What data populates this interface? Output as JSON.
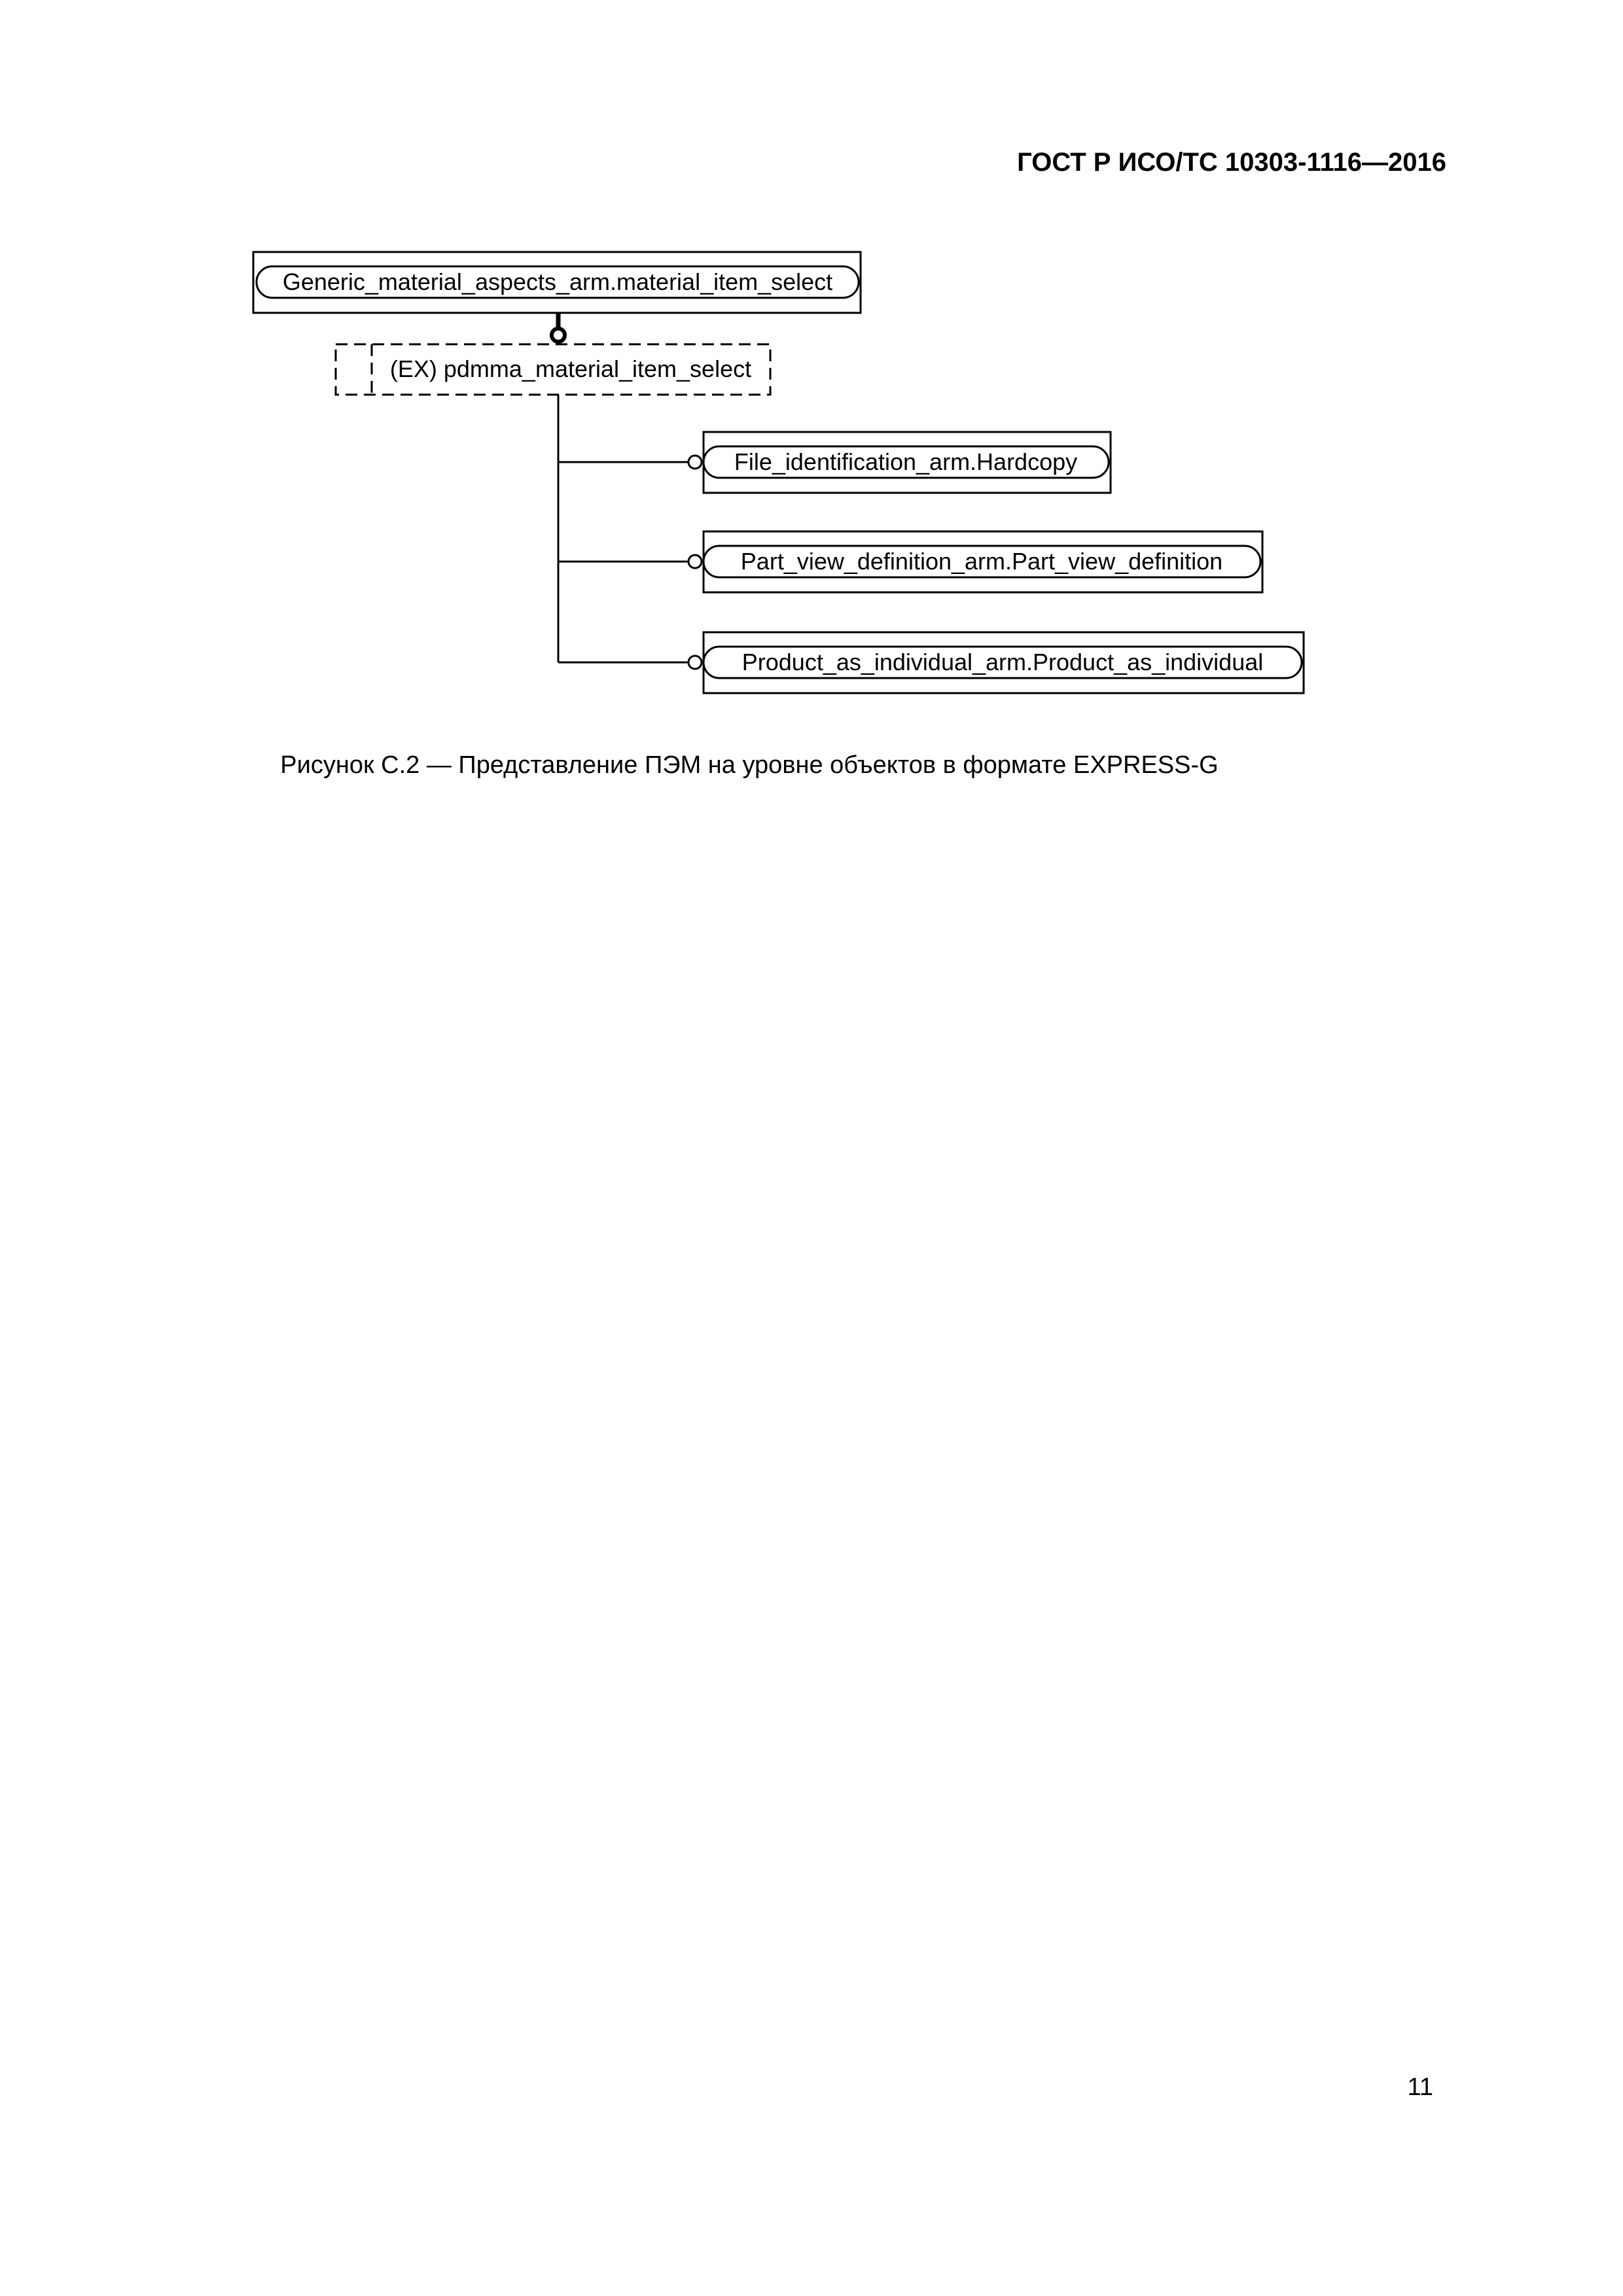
{
  "header": {
    "standard": "ГОСТ Р ИСО/ТС 10303-1116—2016"
  },
  "diagram": {
    "root": {
      "label": "Generic_material_aspects_arm.material_item_select"
    },
    "select": {
      "label": "(EX) pdmma_material_item_select"
    },
    "children": [
      {
        "label": "File_identification_arm.Hardcopy"
      },
      {
        "label": "Part_view_definition_arm.Part_view_definition"
      },
      {
        "label": "Product_as_individual_arm.Product_as_individual"
      }
    ]
  },
  "caption": {
    "text": "Рисунок C.2 — Представление ПЭМ на уровне объектов в формате EXPRESS-G"
  },
  "footer": {
    "page_number": "11"
  }
}
